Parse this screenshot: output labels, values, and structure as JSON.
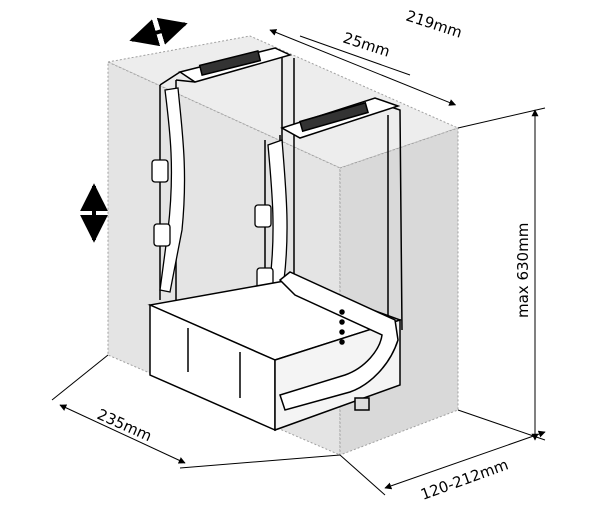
{
  "dimensions": {
    "width_outer": "219mm",
    "strap_width": "25mm",
    "height_max": "max 630mm",
    "depth": "235mm",
    "width_adjustable": "120-212mm"
  },
  "colors": {
    "volume_fill": "#e6e6e6",
    "volume_stroke": "#9a9a9a",
    "line": "#000000"
  }
}
